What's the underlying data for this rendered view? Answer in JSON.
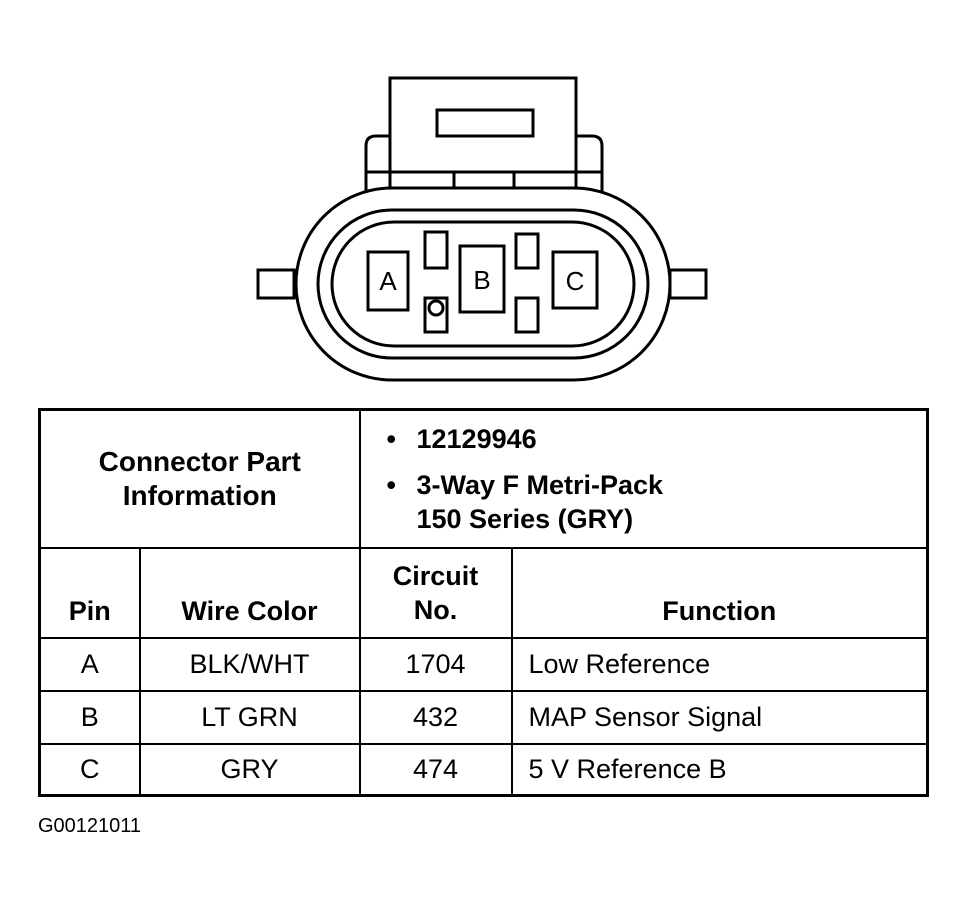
{
  "connector": {
    "pins": [
      "A",
      "B",
      "C"
    ]
  },
  "table": {
    "part_info_label": [
      "Connector Part",
      "Information"
    ],
    "part_info": [
      "12129946",
      "3-Way F Metri-Pack",
      "150 Series (GRY)"
    ],
    "bullet": "•",
    "headers": {
      "pin": "Pin",
      "wire_color": "Wire Color",
      "circuit": [
        "Circuit",
        "No."
      ],
      "function": "Function"
    },
    "rows": [
      {
        "pin": "A",
        "wire_color": "BLK/WHT",
        "circuit": "1704",
        "function": "Low Reference"
      },
      {
        "pin": "B",
        "wire_color": "LT GRN",
        "circuit": "432",
        "function": "MAP Sensor Signal"
      },
      {
        "pin": "C",
        "wire_color": "GRY",
        "circuit": "474",
        "function": "5 V Reference B"
      }
    ]
  },
  "figure_id": "G00121011"
}
